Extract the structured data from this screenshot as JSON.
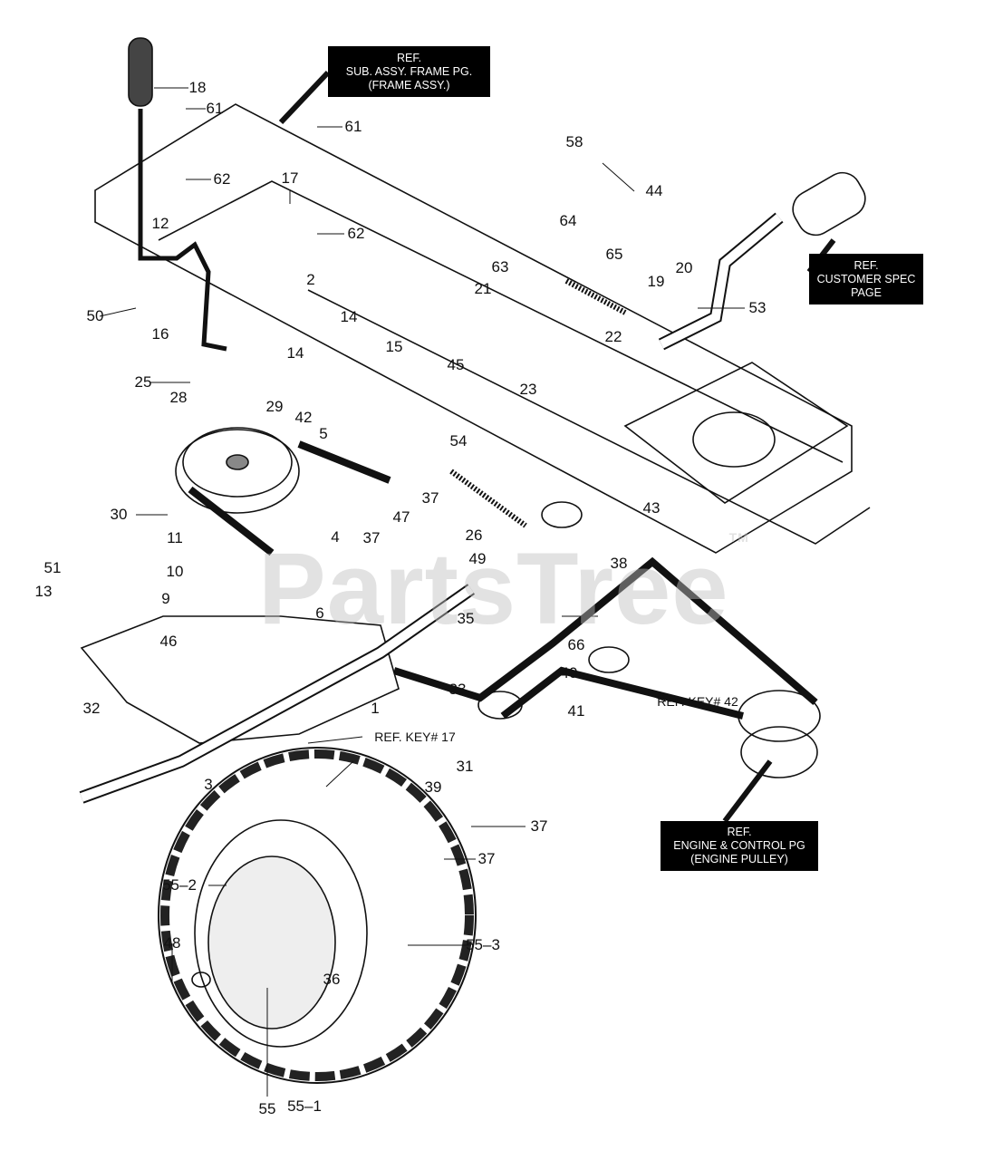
{
  "watermark": {
    "text": "PartsTree",
    "trademark": "TM"
  },
  "references": {
    "frame": [
      "REF.",
      "SUB. ASSY. FRAME PG.",
      "(FRAME ASSY.)"
    ],
    "customer_spec": [
      "REF.",
      "CUSTOMER SPEC",
      "PAGE"
    ],
    "engine": [
      "REF.",
      "ENGINE & CONTROL PG",
      "(ENGINE PULLEY)"
    ]
  },
  "callouts": [
    "18",
    "61",
    "61",
    "62",
    "17",
    "62",
    "12",
    "2",
    "50",
    "16",
    "14",
    "14",
    "15",
    "25",
    "28",
    "29",
    "42",
    "5",
    "30",
    "4",
    "11",
    "51",
    "10",
    "13",
    "9",
    "6",
    "37",
    "47",
    "37",
    "26",
    "49",
    "38",
    "35",
    "46",
    "1",
    "REF. KEY# 17",
    "32",
    "3",
    "31",
    "33",
    "40",
    "41",
    "66",
    "REF. KEY# 42",
    "43",
    "54",
    "23",
    "22",
    "45",
    "21",
    "63",
    "64",
    "65",
    "58",
    "44",
    "19",
    "20",
    "53",
    "39",
    "37",
    "37",
    "55–2",
    "55–3",
    "48",
    "36",
    "55",
    "55–1"
  ],
  "colors": {
    "ink": "#111111",
    "ref_box": "#000000",
    "watermark": "#bebebe"
  }
}
